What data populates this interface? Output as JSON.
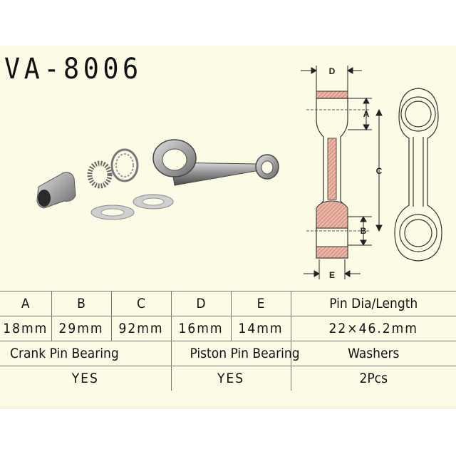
{
  "header": {
    "model_code": "VA-8006"
  },
  "diagram": {
    "label_a": "A",
    "label_b": "B",
    "label_c": "C",
    "label_d": "D",
    "label_e": "E"
  },
  "specs": {
    "dimension_headers": [
      "A",
      "B",
      "C",
      "D",
      "E"
    ],
    "dimension_values": [
      "18mm",
      "29mm",
      "92mm",
      "16mm",
      "14mm"
    ],
    "pin_header": "Pin Dia/Length",
    "pin_value": "22×46.2mm",
    "parts_headers": {
      "crank_pin_bearing": "Crank Pin Bearing",
      "piston_pin_bearing": "Piston Pin Bearing",
      "washers": "Washers"
    },
    "parts_values": {
      "crank_pin_bearing": "YES",
      "piston_pin_bearing": "YES",
      "washers": "2Pcs"
    }
  },
  "colors": {
    "background": "#fbfbe6",
    "hatch": "#c97060",
    "line": "#333333"
  }
}
